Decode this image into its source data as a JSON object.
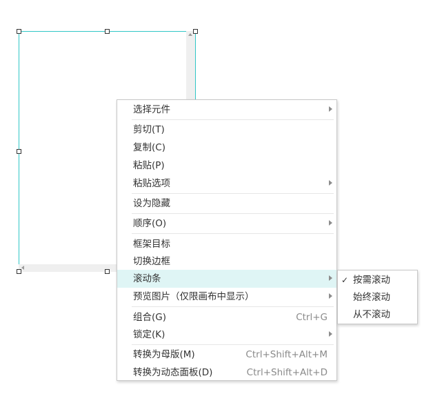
{
  "context_menu": {
    "items": [
      {
        "label": "选择元件",
        "shortcut": ""
      },
      {
        "label": "剪切(T)",
        "shortcut": ""
      },
      {
        "label": "复制(C)",
        "shortcut": ""
      },
      {
        "label": "粘贴(P)",
        "shortcut": ""
      },
      {
        "label": "粘贴选项",
        "shortcut": ""
      },
      {
        "label": "设为隐藏",
        "shortcut": ""
      },
      {
        "label": "顺序(O)",
        "shortcut": ""
      },
      {
        "label": "框架目标",
        "shortcut": ""
      },
      {
        "label": "切换边框",
        "shortcut": ""
      },
      {
        "label": "滚动条",
        "shortcut": ""
      },
      {
        "label": "预览图片（仅限画布中显示）",
        "shortcut": ""
      },
      {
        "label": "组合(G)",
        "shortcut": "Ctrl+G"
      },
      {
        "label": "锁定(K)",
        "shortcut": ""
      },
      {
        "label": "转换为母版(M)",
        "shortcut": "Ctrl+Shift+Alt+M"
      },
      {
        "label": "转换为动态面板(D)",
        "shortcut": "Ctrl+Shift+Alt+D"
      }
    ],
    "highlight_color": "#dff5f5"
  },
  "scroll_submenu": {
    "items": [
      {
        "label": "按需滚动",
        "checked": true
      },
      {
        "label": "始终滚动",
        "checked": false
      },
      {
        "label": "从不滚动",
        "checked": false
      }
    ],
    "check_mark": "✓"
  },
  "canvas_widget": {
    "border_color": "#2fc6c6"
  }
}
